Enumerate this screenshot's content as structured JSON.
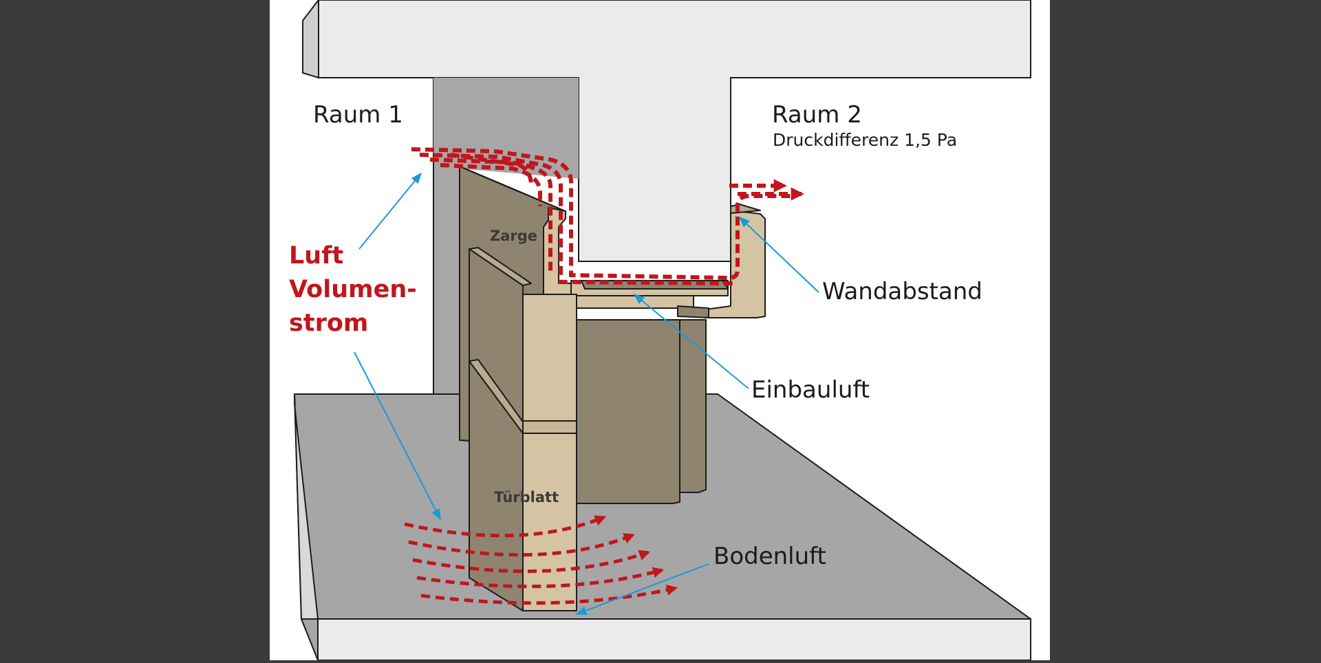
{
  "labels": {
    "raum1": "Raum 1",
    "raum2": "Raum 2",
    "druck": "Druckdifferenz 1,5 Pa",
    "zarge": "Zarge",
    "tuerblatt": "Türblatt",
    "wandabstand": "Wandabstand",
    "einbauluft": "Einbauluft",
    "bodenluft": "Bodenluft",
    "luft_lines": [
      "Luft",
      "Volumen-",
      "strom"
    ]
  },
  "colors": {
    "frame": "#3b3b3b",
    "panel": "#ffffff",
    "wall_light": "#ebebeb",
    "wall_dark": "#a7a7a7",
    "floor": "#a6a6a6",
    "wood": "#8f8470",
    "wood_light": "#d4c4a4",
    "airflow": "#c0161c",
    "pointer": "#1a9ad6"
  },
  "icons": {
    "airflow_arrow": "red-dashed-arrow-icon",
    "pointer_arrow": "blue-pointer-arrow-icon"
  }
}
